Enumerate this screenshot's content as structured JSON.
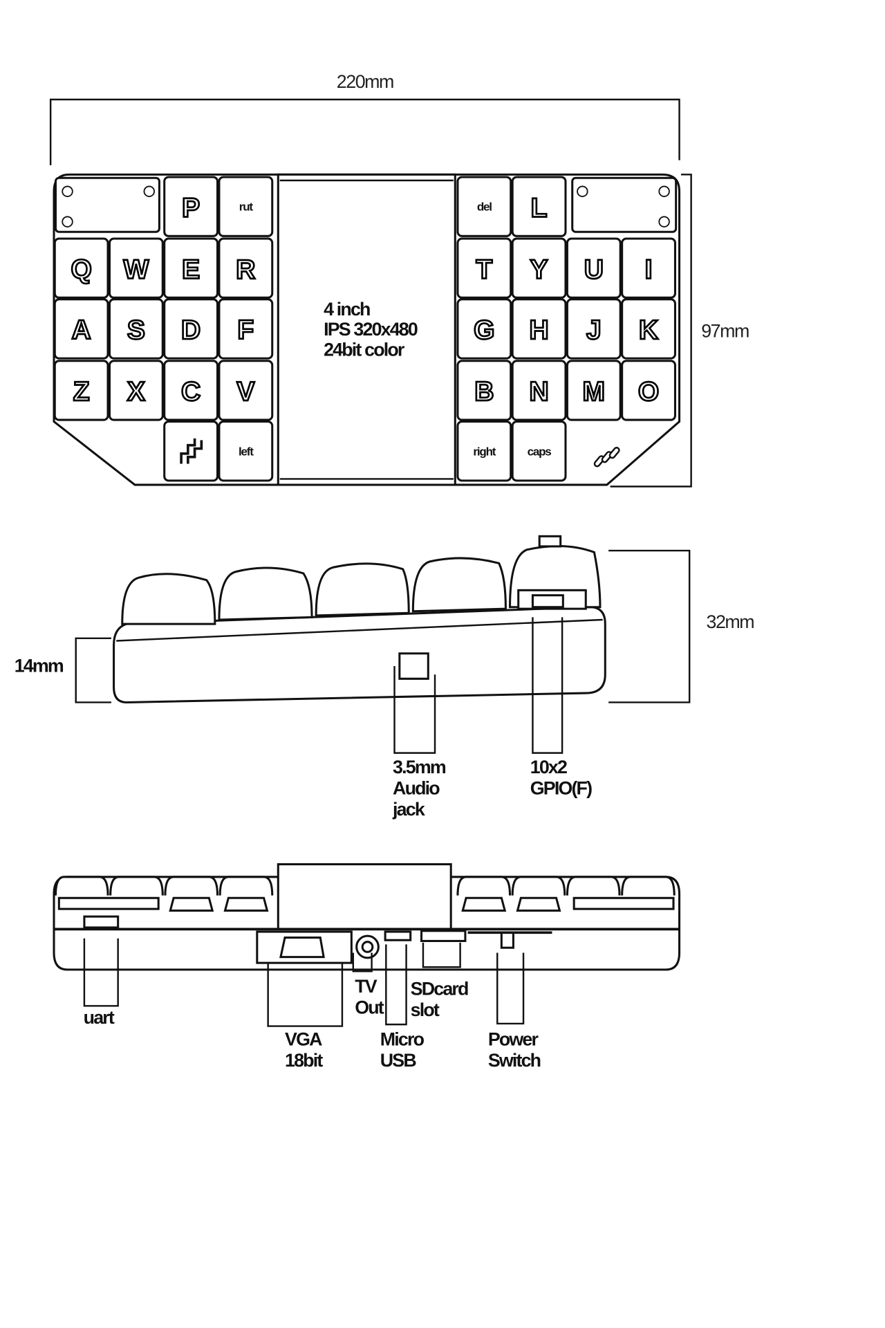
{
  "dimensions": {
    "width": "220mm",
    "depth": "97mm",
    "height": "32mm",
    "front_height": "14mm"
  },
  "screen": {
    "line1": "4 inch",
    "line2": "IPS 320x480",
    "line3": "24bit color"
  },
  "keys": {
    "left": [
      [
        "",
        "",
        "P",
        "rut"
      ],
      [
        "Q",
        "W",
        "E",
        "R"
      ],
      [
        "A",
        "S",
        "D",
        "F"
      ],
      [
        "Z",
        "X",
        "C",
        "V"
      ],
      [
        "",
        "",
        "fn-icon",
        "left"
      ]
    ],
    "right": [
      [
        "del",
        "L",
        "",
        ""
      ],
      [
        "T",
        "Y",
        "U",
        "I"
      ],
      [
        "G",
        "H",
        "J",
        "K"
      ],
      [
        "B",
        "N",
        "M",
        "O"
      ],
      [
        "right",
        "caps",
        "",
        ""
      ]
    ]
  },
  "side_labels": {
    "audio": [
      "3.5mm",
      "Audio",
      "jack"
    ],
    "gpio": [
      "10x2",
      "GPIO(F)"
    ]
  },
  "front_labels": {
    "uart": "uart",
    "vga": [
      "VGA",
      "18bit"
    ],
    "tv": [
      "TV",
      "Out"
    ],
    "usb": [
      "Micro",
      "USB"
    ],
    "sd": [
      "SDcard",
      "slot"
    ],
    "power": [
      "Power",
      "Switch"
    ]
  }
}
